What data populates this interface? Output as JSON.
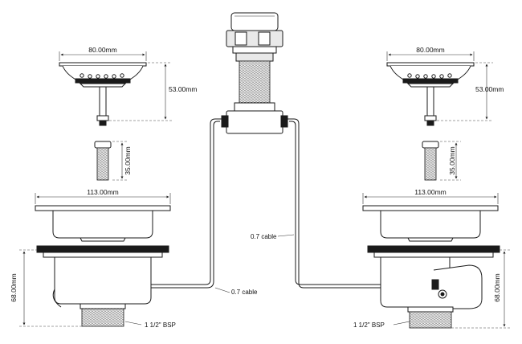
{
  "dimensions": {
    "left_strainer_width": "80.00mm",
    "left_strainer_height": "53.00mm",
    "left_bolt_height": "35.00mm",
    "left_flange_width": "113.00mm",
    "left_body_height": "68.00mm",
    "right_strainer_width": "80.00mm",
    "right_strainer_height": "53.00mm",
    "right_bolt_height": "35.00mm",
    "right_flange_width": "113.00mm",
    "right_body_height": "68.00mm"
  },
  "labels": {
    "cable_upper": "0.7 cable",
    "cable_lower": "0.7 cable",
    "left_thread": "1 1/2\" BSP",
    "right_thread": "1 1/2\" BSP"
  }
}
